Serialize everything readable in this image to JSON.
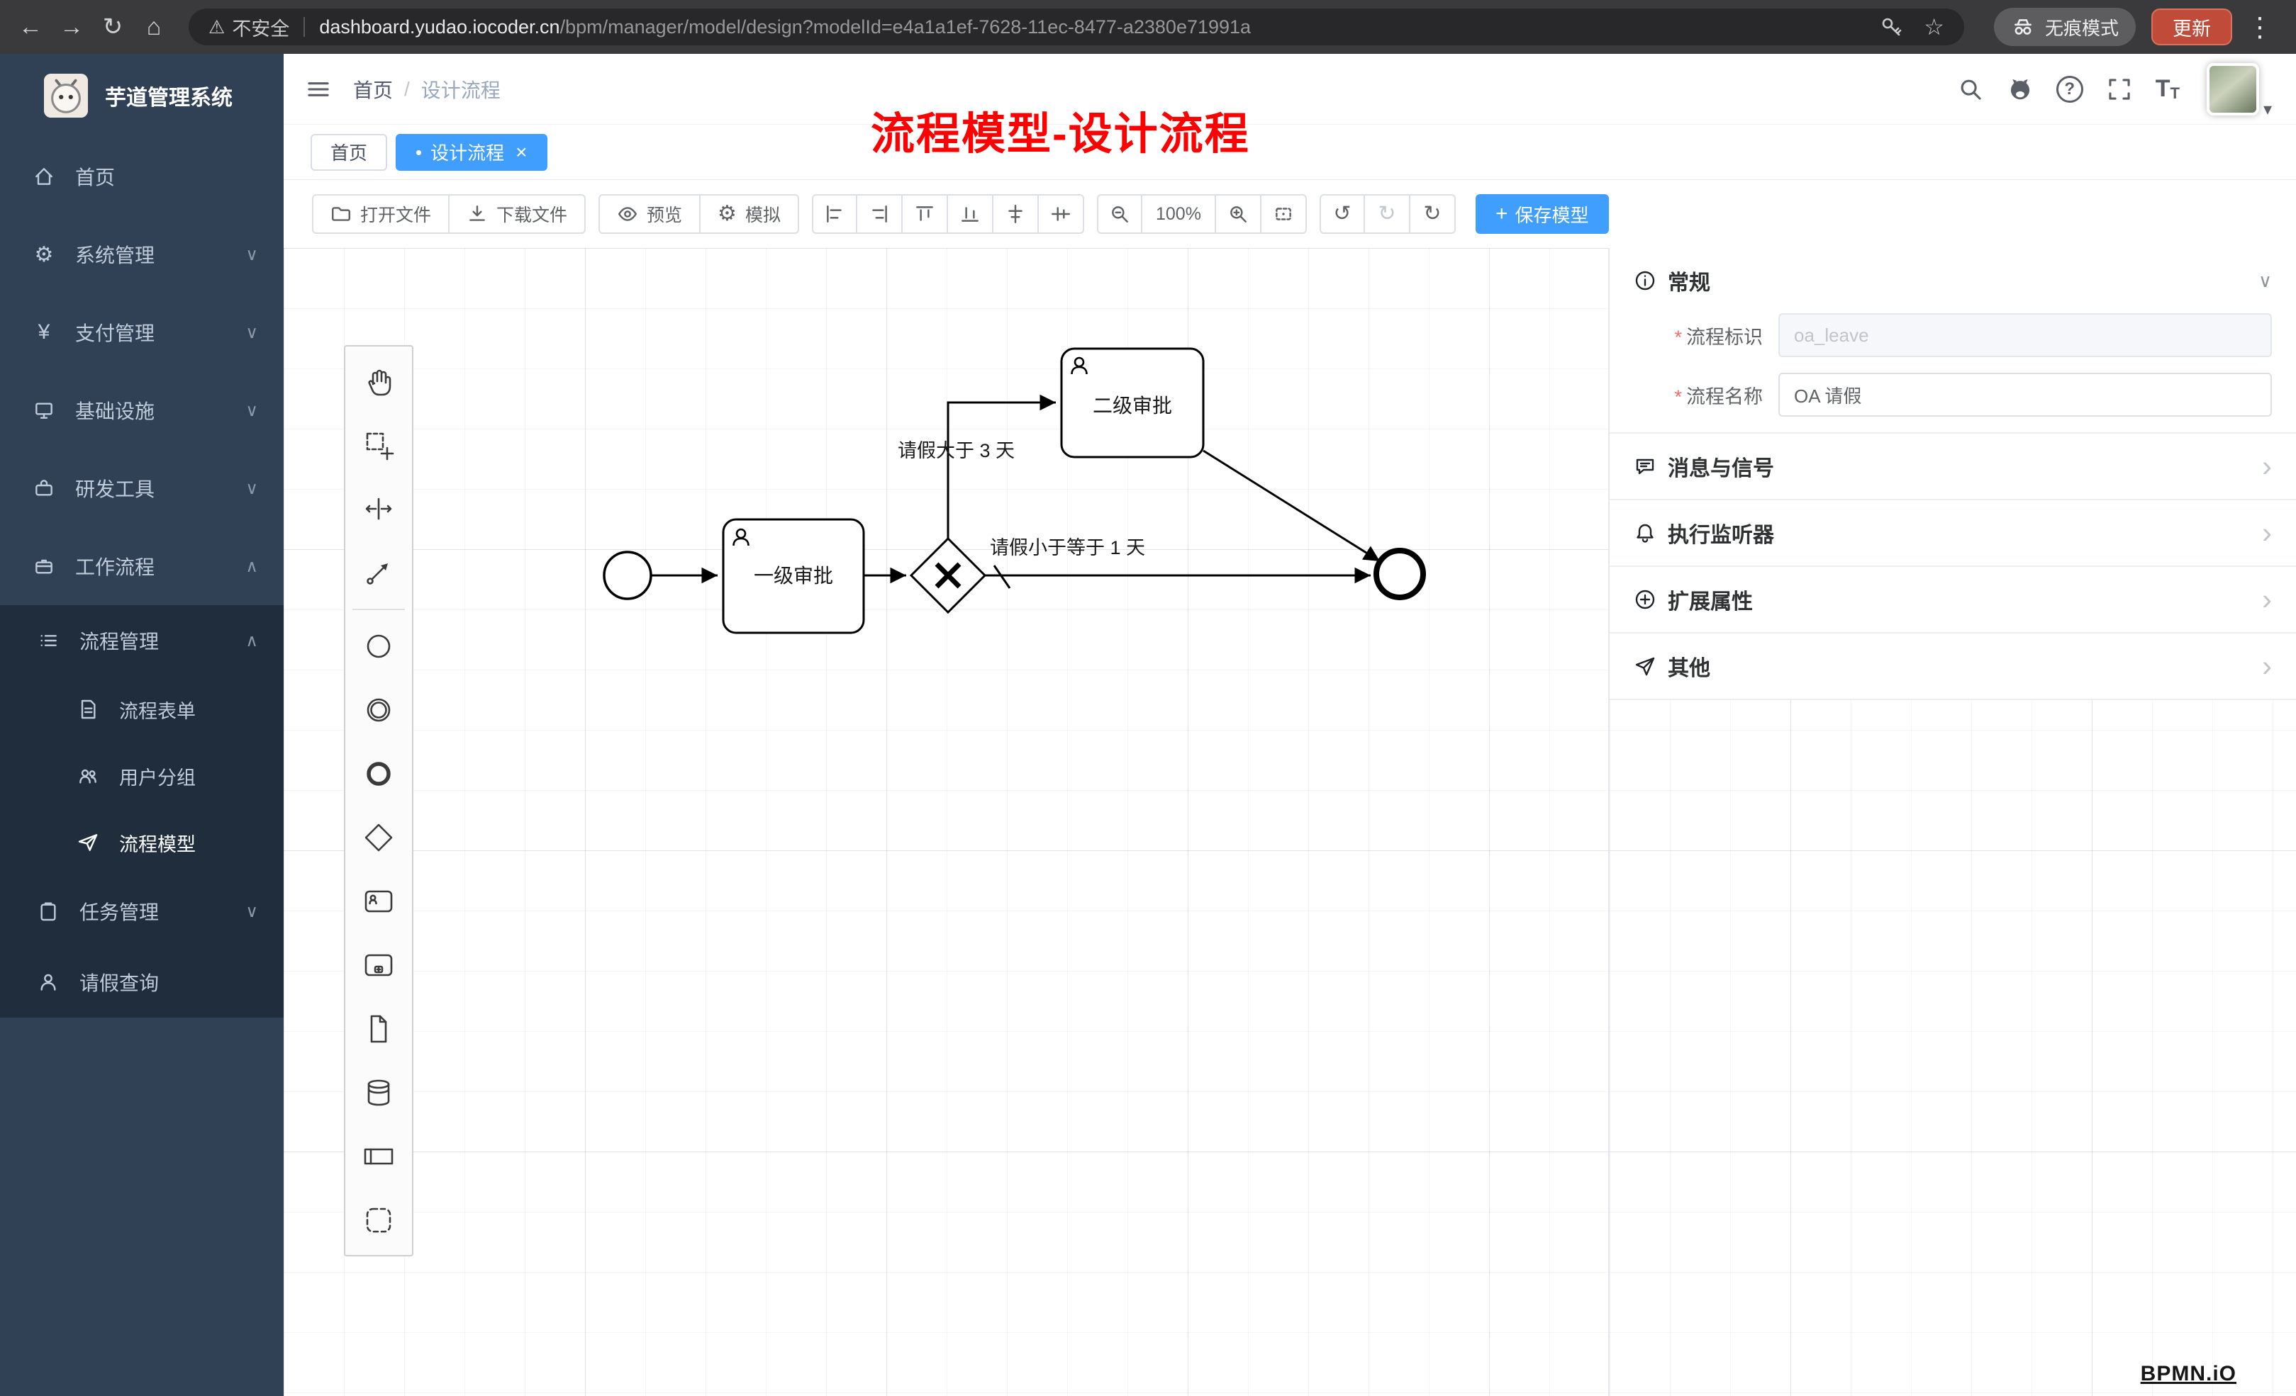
{
  "glyphs": {
    "back": "←",
    "forward": "→",
    "reload": "↻",
    "home": "⌂",
    "warning": "⚠",
    "star": "☆",
    "menu_dots": "⋮",
    "gear": "⚙",
    "yen": "¥",
    "chevron_down": "∨",
    "chevron_up": "∧",
    "chevron_right": "›",
    "undo": "↺",
    "redo": "↻",
    "refresh": "↻",
    "plus": "+",
    "close": "×",
    "dot": "•",
    "caret_down": "▾",
    "question": "?",
    "font_large": "T",
    "font_small": "T",
    "slash": "/"
  },
  "browser": {
    "security_label": "不安全",
    "url_host": "dashboard.yudao.iocoder.cn",
    "url_path": "/bpm/manager/model/design?modelId=e4a1a1ef-7628-11ec-8477-a2380e71991a",
    "incognito_label": "无痕模式",
    "update_label": "更新"
  },
  "sidebar": {
    "brand": "芋道管理系统",
    "items": [
      {
        "label": "首页",
        "icon": "home-icon"
      },
      {
        "label": "系统管理",
        "icon": "gear-icon"
      },
      {
        "label": "支付管理",
        "icon": "yen-icon"
      },
      {
        "label": "基础设施",
        "icon": "infrastructure-icon"
      },
      {
        "label": "研发工具",
        "icon": "tools-icon"
      },
      {
        "label": "工作流程",
        "icon": "workflow-icon"
      }
    ],
    "submenu": {
      "process_mgmt": {
        "label": "流程管理"
      },
      "children": [
        {
          "label": "流程表单"
        },
        {
          "label": "用户分组"
        },
        {
          "label": "流程模型"
        }
      ],
      "task_mgmt": {
        "label": "任务管理"
      },
      "leave_query": {
        "label": "请假查询"
      }
    }
  },
  "navbar": {
    "breadcrumb": [
      "首页",
      "设计流程"
    ]
  },
  "annotation": "流程模型-设计流程",
  "tabs": [
    {
      "label": "首页"
    },
    {
      "label": "设计流程",
      "active": true
    }
  ],
  "toolbar": {
    "open_file": "打开文件",
    "download_file": "下载文件",
    "preview": "预览",
    "simulate": "模拟",
    "zoom_level": "100%",
    "save_model": "保存模型"
  },
  "palette_icons": [
    "hand-tool",
    "lasso-tool",
    "space-tool",
    "global-connect-tool",
    "start-event",
    "intermediate-event",
    "end-event",
    "gateway",
    "user-task",
    "subprocess",
    "data-object",
    "data-store",
    "participant",
    "group"
  ],
  "diagram": {
    "nodes": {
      "task1": "一级审批",
      "task2": "二级审批"
    },
    "edge_labels": {
      "gt3": "请假大于 3 天",
      "le1": "请假小于等于 1 天"
    }
  },
  "panel": {
    "general_title": "常规",
    "required_mark": "*",
    "fields": [
      {
        "label": "流程标识",
        "value": "oa_leave",
        "disabled": true
      },
      {
        "label": "流程名称",
        "value": "OA 请假"
      }
    ],
    "sections": [
      {
        "label": "消息与信号"
      },
      {
        "label": "执行监听器"
      },
      {
        "label": "扩展属性"
      },
      {
        "label": "其他"
      }
    ]
  },
  "watermark": "BPMN.iO",
  "colors": {
    "accent": "#409eff",
    "annotation": "#ff0000",
    "sidebar_bg": "#304156",
    "submenu_bg": "#1f2d3d"
  }
}
